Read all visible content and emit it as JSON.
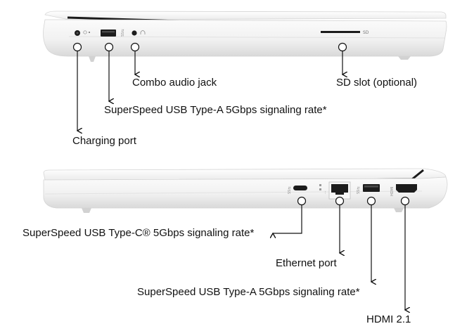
{
  "diagram": {
    "top_view": {
      "callouts": {
        "charging_port": "Charging port",
        "usb_a": "SuperSpeed USB Type-A 5Gbps signaling rate*",
        "audio": "Combo audio jack",
        "sd_slot": "SD slot (optional)"
      },
      "printed": {
        "sd_mark": "SD"
      }
    },
    "bottom_view": {
      "callouts": {
        "usb_c": "SuperSpeed USB Type-C® 5Gbps signaling rate*",
        "ethernet": "Ethernet port",
        "usb_a": "SuperSpeed USB Type-A 5Gbps signaling rate*",
        "hdmi": "HDMI 2.1"
      }
    }
  },
  "colors": {
    "chassis": "#f2f2f2",
    "chassis_shadow": "#dcdcdc",
    "hinge": "#1a1a1a",
    "port": "#1c1c1c",
    "callout_line": "#111111"
  },
  "icons": [
    "power-icon",
    "usb-symbol-icon",
    "headphone-icon",
    "ethernet-symbol-icon",
    "hdmi-symbol-icon"
  ]
}
